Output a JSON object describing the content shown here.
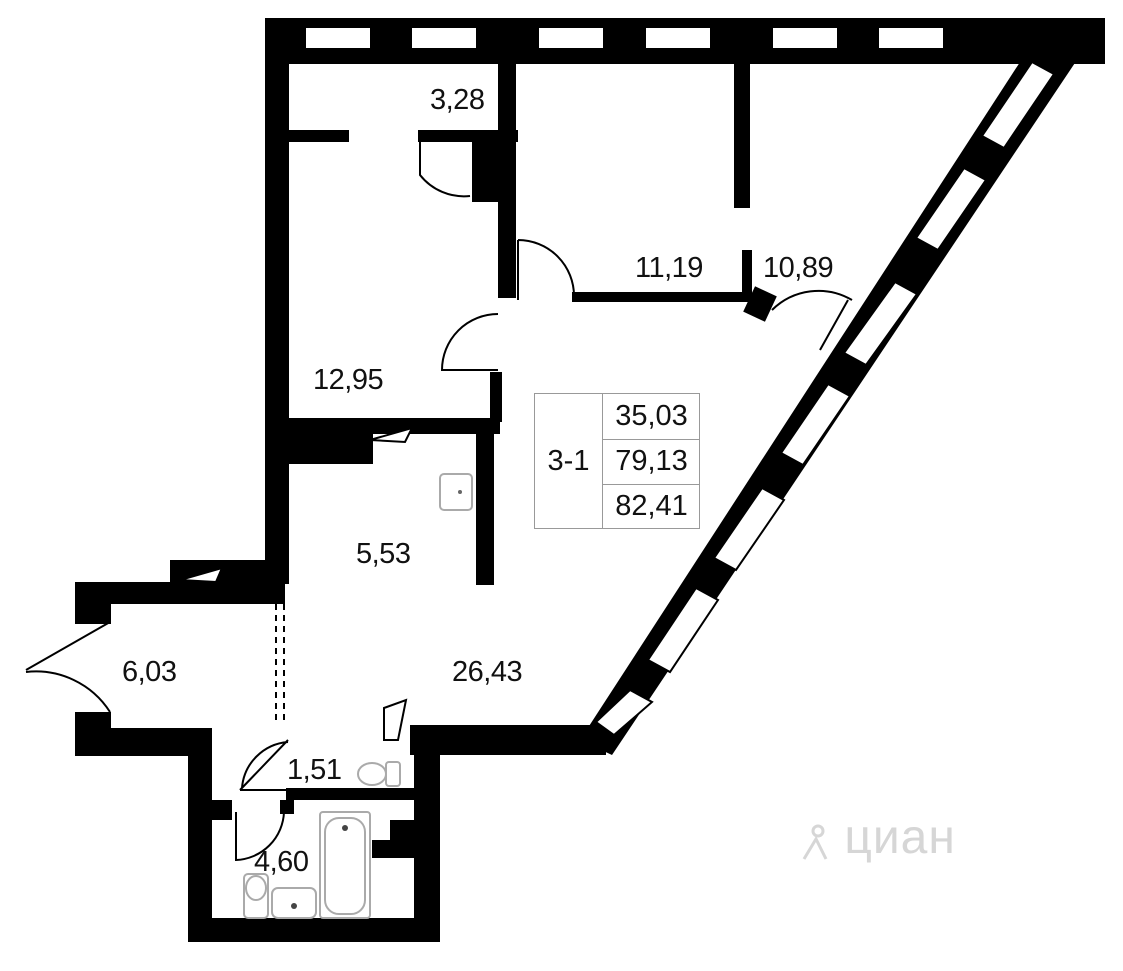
{
  "plan": {
    "wall_color": "#000000",
    "fixture_color": "#b0b0b0",
    "rooms": [
      {
        "id": "room-balcony-top",
        "area": "3,28"
      },
      {
        "id": "room-bedroom-middle",
        "area": "11,19"
      },
      {
        "id": "room-bedroom-right",
        "area": "10,89"
      },
      {
        "id": "room-bedroom-left",
        "area": "12,95"
      },
      {
        "id": "room-kitchen",
        "area": "5,53"
      },
      {
        "id": "room-living",
        "area": "26,43"
      },
      {
        "id": "room-hall",
        "area": "6,03"
      },
      {
        "id": "room-wc",
        "area": "1,51"
      },
      {
        "id": "room-bathroom",
        "area": "4,60"
      }
    ]
  },
  "summary": {
    "code": "3-1",
    "living_area": "35,03",
    "total_area": "79,13",
    "total_area_with_balcony": "82,41"
  },
  "watermark": {
    "text": "циан",
    "icon": "cian-logo-icon"
  }
}
